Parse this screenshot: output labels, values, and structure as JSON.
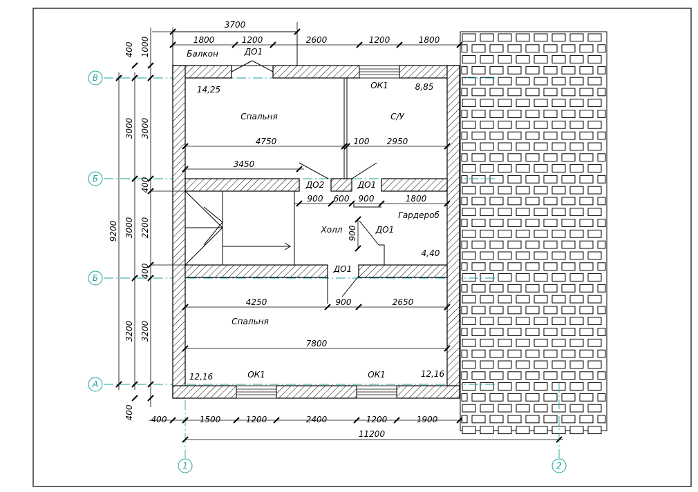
{
  "dimensions": {
    "top_row1": [
      "3700"
    ],
    "top_row2": [
      "1800",
      "1200",
      "2600",
      "1200",
      "1800"
    ],
    "left_outer": [
      "9200"
    ],
    "left_mid": [
      "3000",
      "3000",
      "3200"
    ],
    "left_inner": [
      "3000",
      "400",
      "2200",
      "400",
      "3200"
    ],
    "left_small": [
      "400",
      "1000",
      "400"
    ],
    "bottom_row": [
      "400",
      "1500",
      "1200",
      "2400",
      "1200",
      "1900"
    ],
    "bottom_total": "11200",
    "interior": {
      "bedroom_top_width": "4750",
      "partition": "100",
      "bath_width": "2950",
      "hall_top": "3450",
      "door_dims": [
        "900",
        "600",
        "900",
        "1800"
      ],
      "closet_door": "900",
      "bottom_bed_left": "4250",
      "bottom_bed_door": "900",
      "bottom_bed_right": "2650",
      "bottom_bed_width": "7800"
    }
  },
  "rooms": {
    "balcony": "Балкон",
    "bedroom_top": "Спальня",
    "bedroom_top_area": "14,25",
    "bathroom": "С/У",
    "bathroom_area": "8,85",
    "hall": "Холл",
    "wardrobe": "Гардероб",
    "wardrobe_area": "4,40",
    "bedroom_bottom": "Спальня",
    "bedroom_bottom_area_left": "12,16",
    "bedroom_bottom_area_right": "12,16"
  },
  "openings": {
    "door_balcony": "ДО1",
    "window_top": "ОК1",
    "door_2": "ДО2",
    "door_bath": "ДО1",
    "door_wardrobe": "ДО1",
    "door_bottom": "ДО1",
    "window_bottom_left": "ОК1",
    "window_bottom_right": "ОК1"
  },
  "axes": {
    "row_labels": [
      "В",
      "Б",
      "Б",
      "А"
    ],
    "col_labels": [
      "1",
      "2"
    ]
  },
  "colors": {
    "axis": "#1aa39a",
    "line": "#000000",
    "background": "#ffffff"
  }
}
